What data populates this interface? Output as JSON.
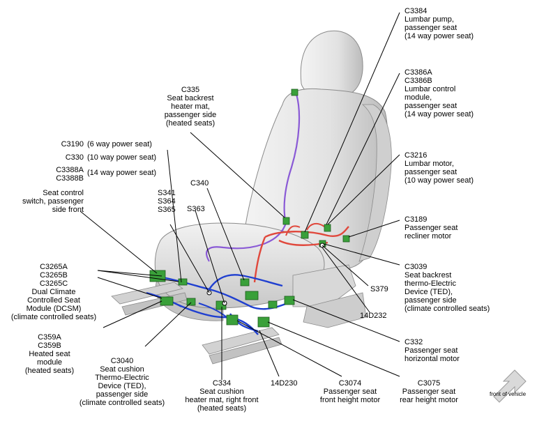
{
  "labels": {
    "c3384": [
      "C3384",
      "Lumbar pump,",
      "passenger seat",
      "(14 way power seat)"
    ],
    "c3386": [
      "C3386A",
      "C3386B",
      "Lumbar control",
      "module,",
      "passenger seat",
      "(14 way power seat)"
    ],
    "c335": [
      "C335",
      "Seat backrest",
      "heater mat,",
      "passenger side",
      "(heated seats)"
    ],
    "c3190_id": "C3190",
    "c3190_note": "(6 way power seat)",
    "c330_id": "C330",
    "c330_note": "(10 way power seat)",
    "c3388_ids": [
      "C3388A",
      "C3388B"
    ],
    "c3388_note": "(14 way power seat)",
    "seat_switch": [
      "Seat control",
      "switch, passenger",
      "side front"
    ],
    "s341": [
      "S341",
      "S364",
      "S365"
    ],
    "c340": "C340",
    "s363": "S363",
    "c3216": [
      "C3216",
      "Lumbar motor,",
      "passenger seat",
      "(10 way power seat)"
    ],
    "c3189": [
      "C3189",
      "Passenger seat",
      "recliner motor"
    ],
    "c3265": [
      "C3265A",
      "C3265B",
      "C3265C",
      "Dual Climate",
      "Controlled Seat",
      "Module (DCSM)",
      "(climate controlled seats)"
    ],
    "c3039": [
      "C3039",
      "Seat backrest",
      "thermo-Electric",
      "Device (TED),",
      "passenger side",
      "(climate controlled seats)"
    ],
    "s379": "S379",
    "d14d232": "14D232",
    "c359": [
      "C359A",
      "C359B",
      "Heated seat",
      "module",
      "(heated seats)"
    ],
    "c332": [
      "C332",
      "Passenger seat",
      "horizontal motor"
    ],
    "c3040": [
      "C3040",
      "Seat cushion",
      "Thermo-Electric",
      "Device (TED),",
      "passenger side",
      "(climate controlled seats)"
    ],
    "c334": [
      "C334",
      "Seat cushion",
      "heater mat, right front",
      "(heated seats)"
    ],
    "d14d230": "14D230",
    "c3074": [
      "C3074",
      "Passenger seat",
      "front height motor"
    ],
    "c3075": [
      "C3075",
      "Passenger seat",
      "rear height motor"
    ],
    "front_of_vehicle": "front of vehicle"
  },
  "colors": {
    "seat": "#e6e6e6",
    "seat_shade": "#bdbdbd",
    "seat_edge": "#8a8a8a",
    "harness_red": "#e0483c",
    "harness_purple": "#8a5ad6",
    "harness_blue": "#1f3fd0",
    "connector_green": "#3aa03a",
    "leader": "#000000"
  },
  "icons": {
    "arrow": "front-arrow-icon"
  }
}
